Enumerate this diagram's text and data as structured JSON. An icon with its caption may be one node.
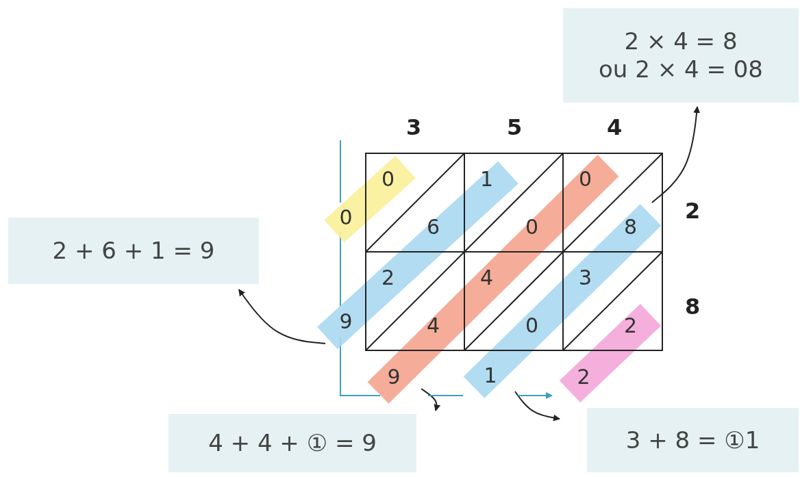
{
  "diagram": {
    "nodes": [
      {
        "text": [
          "2 × 4 = 8",
          "ou 2 × 4 = 08"
        ]
      },
      {
        "text": [
          "2 + 6 + 1 = 9"
        ]
      },
      {
        "text": [
          "0",
          "6"
        ]
      },
      {
        "text": [
          "1",
          "0"
        ]
      },
      {
        "text": [
          "0",
          "8"
        ]
      },
      {
        "text": [
          "2",
          "4"
        ]
      },
      {
        "text": [
          "4",
          "0"
        ]
      },
      {
        "text": [
          "3",
          "2"
        ]
      },
      {
        "text": [
          "0"
        ]
      },
      {
        "text": [
          "9"
        ]
      },
      {
        "text": [
          "9"
        ]
      },
      {
        "text": [
          "1"
        ]
      },
      {
        "text": [
          "2"
        ]
      },
      {
        "text": [
          "4 + 4 + ① = 9"
        ]
      },
      {
        "text": [
          "3 + 8 = ①1"
        ]
      }
    ],
    "edges": [
      {
        "from": 4,
        "to": 0,
        "arrow": "to",
        "color": "#222222"
      },
      {
        "from": 9,
        "to": 1,
        "arrow": "to",
        "color": "#222222"
      },
      {
        "from": 10,
        "to": 13,
        "arrow": "to",
        "color": "#222222"
      },
      {
        "from": 11,
        "to": 14,
        "arrow": "to",
        "color": "#222222"
      },
      {
        "from": null,
        "to": 8,
        "arrow": "none"
      },
      {
        "from": 8,
        "to": 9,
        "arrow": "none"
      },
      {
        "from": 9,
        "to": 10,
        "arrow": "none"
      },
      {
        "from": 10,
        "to": 11,
        "arrow": "none"
      },
      {
        "from": 11,
        "to": 12,
        "arrow": "to"
      }
    ],
    "labels": [
      "3",
      "5",
      "4",
      "2",
      "8"
    ]
  }
}
